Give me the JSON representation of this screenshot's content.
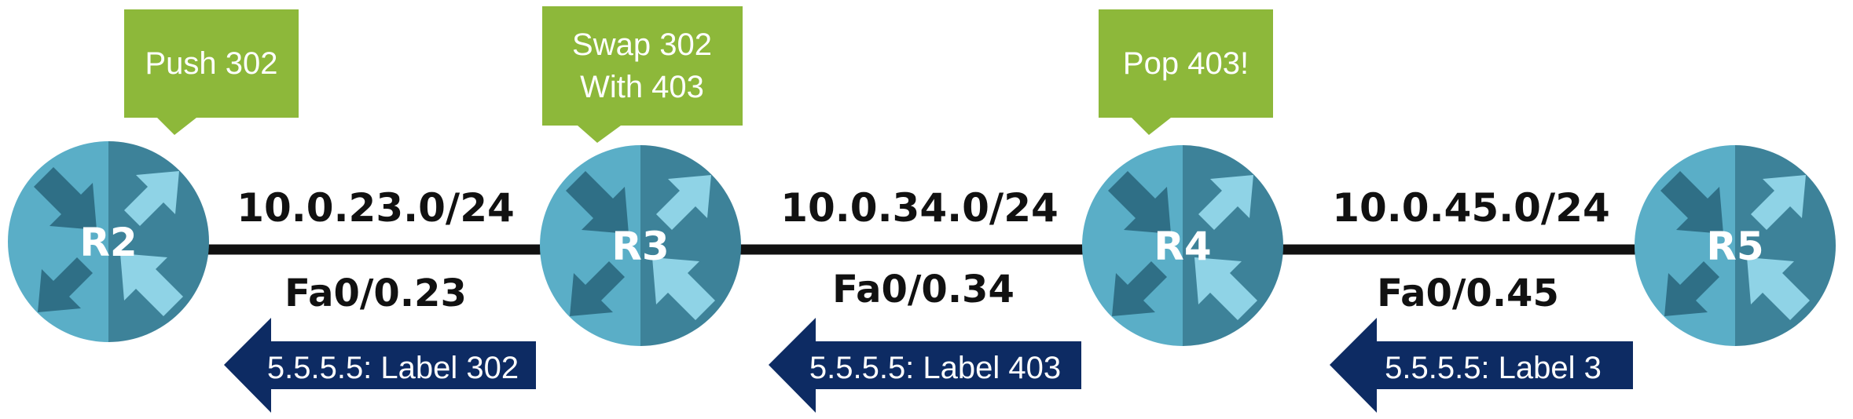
{
  "colors": {
    "router_light": "#5aaec7",
    "router_dark": "#3d8299",
    "router_arrow": "#2f6f86",
    "router_arrow_light": "#8fd3e6",
    "link": "#111111",
    "callout": "#8db83a",
    "label_arrow": "#0d2b63"
  },
  "routers": [
    {
      "name": "R2",
      "icon": "router-icon"
    },
    {
      "name": "R3",
      "icon": "router-icon"
    },
    {
      "name": "R4",
      "icon": "router-icon"
    },
    {
      "name": "R5",
      "icon": "router-icon"
    }
  ],
  "links": [
    {
      "network": "10.0.23.0/24",
      "interface": "Fa0/0.23",
      "label_advert": "5.5.5.5: Label 302"
    },
    {
      "network": "10.0.34.0/24",
      "interface": "Fa0/0.34",
      "label_advert": "5.5.5.5: Label 403"
    },
    {
      "network": "10.0.45.0/24",
      "interface": "Fa0/0.45",
      "label_advert": "5.5.5.5: Label 3"
    }
  ],
  "callouts": [
    {
      "router": "R2",
      "lines": [
        "Push 302"
      ]
    },
    {
      "router": "R3",
      "lines": [
        "Swap 302",
        "With 403"
      ]
    },
    {
      "router": "R4",
      "lines": [
        "Pop 403!"
      ]
    }
  ]
}
